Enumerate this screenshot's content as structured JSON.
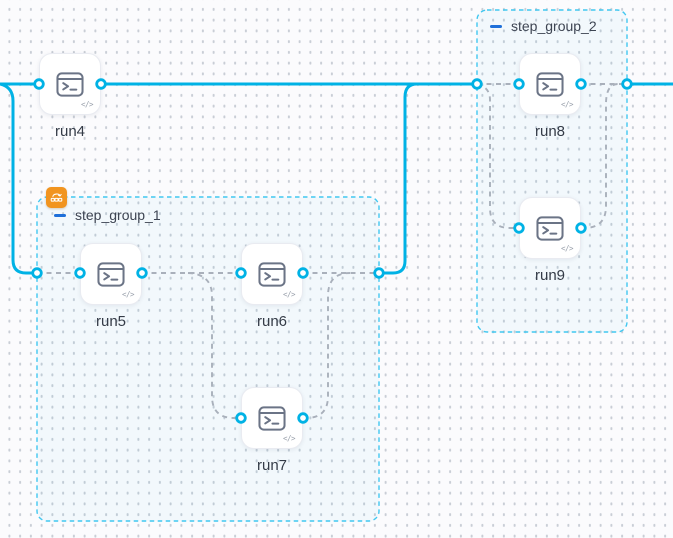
{
  "flow": {
    "nodes": [
      {
        "id": "run4",
        "label": "run4",
        "type": "terminal-script"
      },
      {
        "id": "run5",
        "label": "run5",
        "type": "terminal-script"
      },
      {
        "id": "run6",
        "label": "run6",
        "type": "terminal-script"
      },
      {
        "id": "run7",
        "label": "run7",
        "type": "terminal-script"
      },
      {
        "id": "run8",
        "label": "run8",
        "type": "terminal-script"
      },
      {
        "id": "run9",
        "label": "run9",
        "type": "terminal-script"
      }
    ],
    "groups": [
      {
        "id": "step_group_1",
        "label": "step_group_1",
        "collapse_glyph": "−",
        "badge": "loop-tasks-icon"
      },
      {
        "id": "step_group_2",
        "label": "step_group_2",
        "collapse_glyph": "−",
        "badge": null
      }
    ],
    "edges": [
      {
        "from": "canvas-left",
        "to": "run4",
        "style": "solid"
      },
      {
        "from": "canvas-left",
        "to": "step_group_1",
        "style": "solid"
      },
      {
        "from": "run4",
        "to": "step_group_2",
        "style": "solid"
      },
      {
        "from": "step_group_1",
        "to": "step_group_2",
        "style": "solid"
      },
      {
        "from": "step_group_2",
        "to": "canvas-right",
        "style": "solid"
      },
      {
        "from": "step_group_1-in",
        "to": "run5",
        "style": "dashed"
      },
      {
        "from": "run5",
        "to": "run6",
        "style": "dashed"
      },
      {
        "from": "run5",
        "to": "run7",
        "style": "dashed"
      },
      {
        "from": "run6",
        "to": "step_group_1-out",
        "style": "dashed"
      },
      {
        "from": "run7",
        "to": "step_group_1-out",
        "style": "dashed"
      },
      {
        "from": "step_group_2-in",
        "to": "run8",
        "style": "dashed"
      },
      {
        "from": "step_group_2-in",
        "to": "run9",
        "style": "dashed"
      },
      {
        "from": "run8",
        "to": "step_group_2-out",
        "style": "dashed"
      },
      {
        "from": "run9",
        "to": "step_group_2-out",
        "style": "dashed"
      }
    ],
    "icons": {
      "node_type": "terminal-icon",
      "code_indicator": "</>",
      "group_badge": "loop-tasks-icon"
    },
    "colors": {
      "edge_solid": "#00b2e5",
      "edge_dashed": "#a9b0bb",
      "group_border": "#41c7f0",
      "badge_orange": "#f1941f",
      "collapse_blue": "#1e6fd9",
      "node_label": "#343b47"
    }
  }
}
